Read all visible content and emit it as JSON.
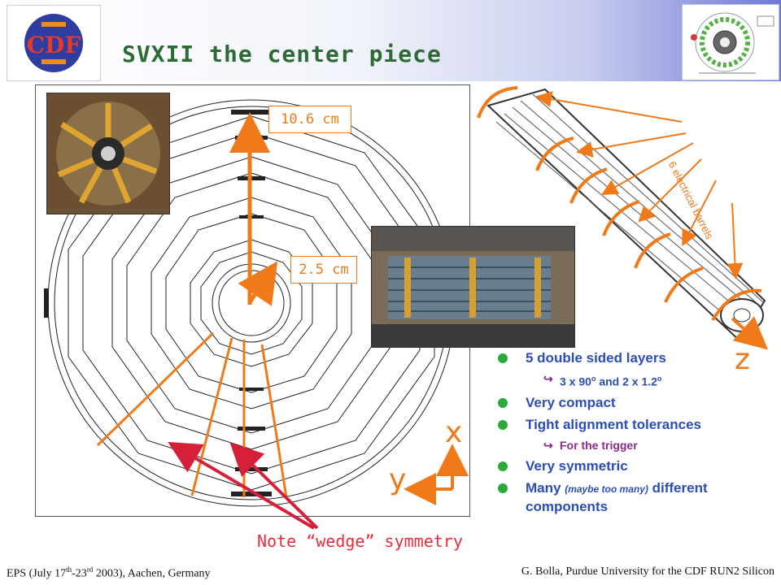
{
  "slide": {
    "title": "SVXII the center piece",
    "logo_text": "CDF",
    "labels": {
      "outer_radius": "10.6 cm",
      "inner_radius": "2.5 cm",
      "axis_x": "x",
      "axis_y": "y",
      "axis_z": "z",
      "barrels": "6 electrical barrels",
      "note": "Note “wedge” symmetry"
    },
    "bullets": [
      {
        "text": "5 double sided layers"
      },
      {
        "text": "Very compact"
      },
      {
        "text": "Tight alignment tolerances"
      },
      {
        "text": "Very symmetric"
      },
      {
        "prefix": "Many",
        "small": "(maybe too many)",
        "suffix": "different components"
      }
    ],
    "subbullets": {
      "layers": "3 x 90",
      "layers_deg": "o",
      "layers_tail": " and 2 x 1.2",
      "layers_deg2": "o",
      "trigger": "For the trigger"
    },
    "footer": {
      "left_pre": "EPS (July 17",
      "left_sup1": "th",
      "left_mid": "-23",
      "left_sup2": "rd",
      "left_post": " 2003), Aachen, Germany",
      "right": "G. Bolla, Purdue University for the CDF RUN2 Silicon"
    },
    "colors": {
      "title": "#2d6b34",
      "accent_orange": "#f07a1a",
      "bullet_text": "#2b4db8",
      "bullet_dot": "#2da83a",
      "sub_purple": "#8b2c8b",
      "note_red": "#ee2a3b",
      "arrow_red": "#d6203a",
      "header_blue": "#6f78d6"
    }
  }
}
